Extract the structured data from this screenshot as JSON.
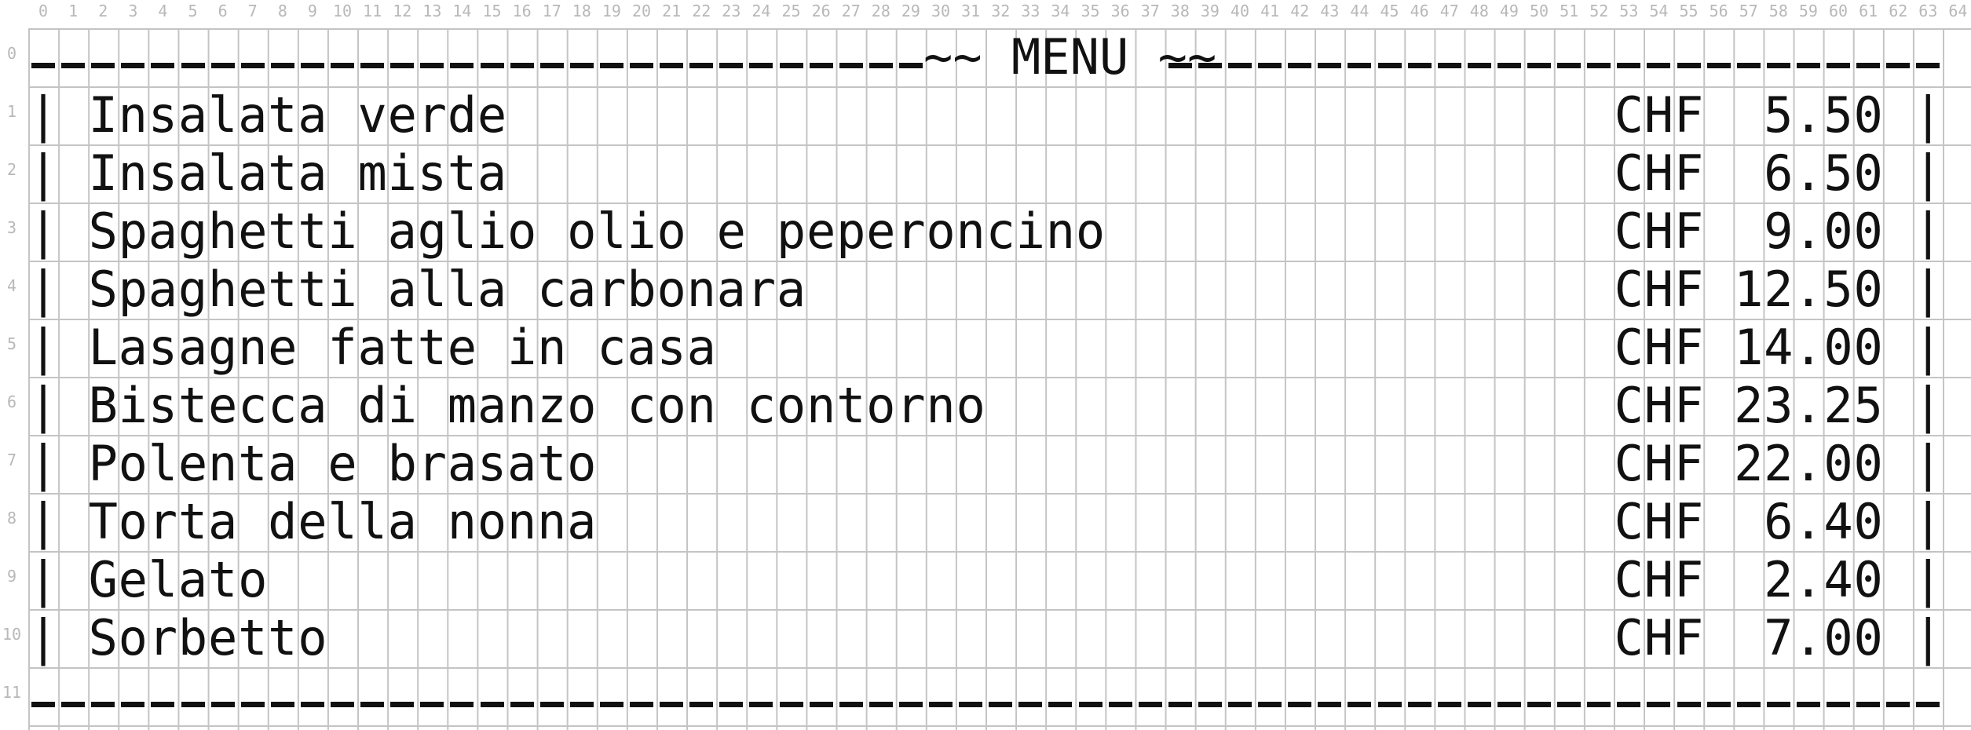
{
  "column_numbers": [
    "0",
    "1",
    "2",
    "3",
    "4",
    "5",
    "6",
    "7",
    "8",
    "9",
    "10",
    "11",
    "12",
    "13",
    "14",
    "15",
    "16",
    "17",
    "18",
    "19",
    "20",
    "21",
    "22",
    "23",
    "24",
    "25",
    "26",
    "27",
    "28",
    "29",
    "30",
    "31",
    "32",
    "33",
    "34",
    "35",
    "36",
    "37",
    "38",
    "39",
    "40",
    "41",
    "42",
    "43",
    "44",
    "45",
    "46",
    "47",
    "48",
    "49",
    "50",
    "51",
    "52",
    "53",
    "54",
    "55",
    "56",
    "57",
    "58",
    "59",
    "60",
    "61",
    "62",
    "63",
    "64"
  ],
  "row_numbers": [
    "0",
    "1",
    "2",
    "3",
    "4",
    "5",
    "6",
    "7",
    "8",
    "9",
    "10",
    "11"
  ],
  "menu": {
    "title": "~~ MENU ~~",
    "currency": "CHF",
    "items": [
      {
        "name": "Insalata verde",
        "price": "5.50"
      },
      {
        "name": "Insalata mista",
        "price": "6.50"
      },
      {
        "name": "Spaghetti aglio olio e peperoncino",
        "price": "9.00"
      },
      {
        "name": "Spaghetti alla carbonara",
        "price": "12.50"
      },
      {
        "name": "Lasagne fatte in casa",
        "price": "14.00"
      },
      {
        "name": "Bistecca di manzo con contorno",
        "price": "23.25"
      },
      {
        "name": "Polenta e brasato",
        "price": "22.00"
      },
      {
        "name": "Torta della nonna",
        "price": "6.40"
      },
      {
        "name": "Gelato",
        "price": "2.40"
      },
      {
        "name": "Sorbetto",
        "price": "7.00"
      }
    ]
  }
}
